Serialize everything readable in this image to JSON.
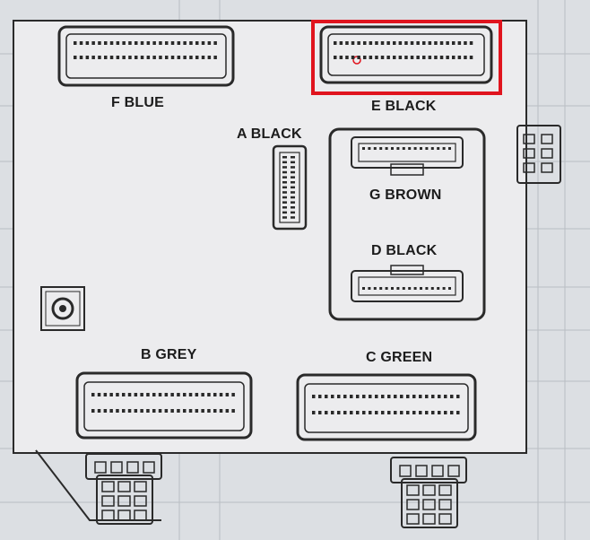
{
  "connectors": {
    "f": {
      "label": "F BLUE"
    },
    "e": {
      "label": "E BLACK"
    },
    "a": {
      "label": "A BLACK"
    },
    "g": {
      "label": "G BROWN"
    },
    "d": {
      "label": "D BLACK"
    },
    "b": {
      "label": "B GREY"
    },
    "c": {
      "label": "C GREEN"
    }
  },
  "highlight": {
    "target": "E BLACK",
    "color": "#e0141e"
  },
  "colors": {
    "outline": "#2a2a2a",
    "panel": "#ececee",
    "background": "#dcdfe3"
  }
}
